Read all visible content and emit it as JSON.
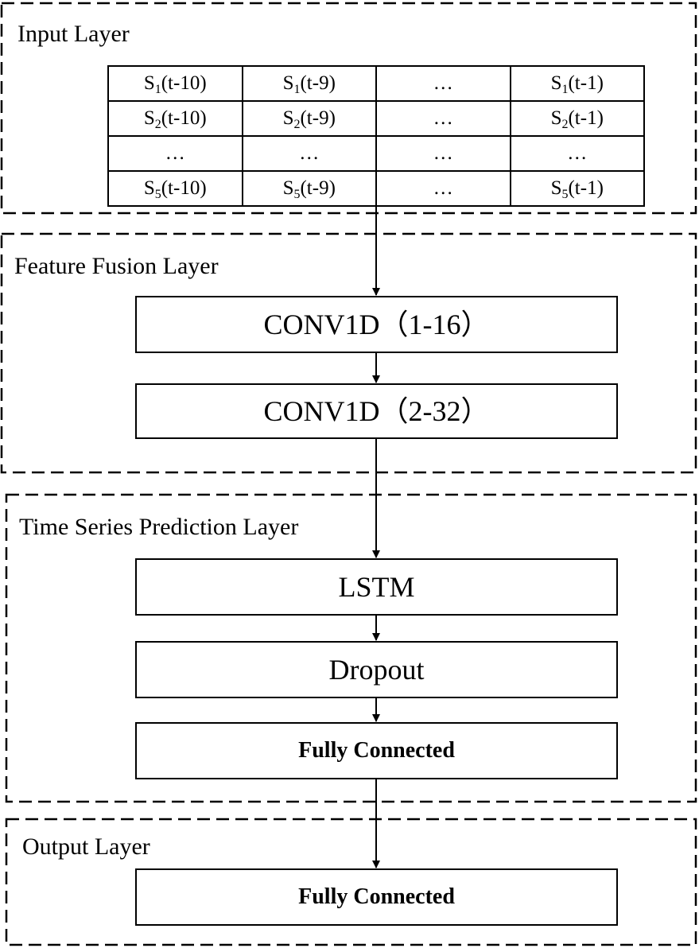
{
  "layers": {
    "input": {
      "title": "Input Layer"
    },
    "feature_fusion": {
      "title": "Feature Fusion Layer"
    },
    "time_series": {
      "title": "Time Series Prediction Layer"
    },
    "output": {
      "title": "Output Layer"
    }
  },
  "input_table": {
    "rows": [
      [
        {
          "base": "S",
          "sub": "1",
          "rest": "(t-10)"
        },
        {
          "base": "S",
          "sub": "1",
          "rest": "(t-9)"
        },
        {
          "base": "…",
          "sub": "",
          "rest": ""
        },
        {
          "base": "S",
          "sub": "1",
          "rest": "(t-1)"
        }
      ],
      [
        {
          "base": "S",
          "sub": "2",
          "rest": "(t-10)"
        },
        {
          "base": "S",
          "sub": "2",
          "rest": "(t-9)"
        },
        {
          "base": "…",
          "sub": "",
          "rest": ""
        },
        {
          "base": "S",
          "sub": "2",
          "rest": "(t-1)"
        }
      ],
      [
        {
          "base": "…",
          "sub": "",
          "rest": ""
        },
        {
          "base": "…",
          "sub": "",
          "rest": ""
        },
        {
          "base": "…",
          "sub": "",
          "rest": ""
        },
        {
          "base": "…",
          "sub": "",
          "rest": ""
        }
      ],
      [
        {
          "base": "S",
          "sub": "5",
          "rest": "(t-10)"
        },
        {
          "base": "S",
          "sub": "5",
          "rest": "(t-9)"
        },
        {
          "base": "…",
          "sub": "",
          "rest": ""
        },
        {
          "base": "S",
          "sub": "5",
          "rest": "(t-1)"
        }
      ]
    ]
  },
  "blocks": {
    "conv1": "CONV1D（1-16）",
    "conv2": "CONV1D（2-32）",
    "lstm": "LSTM",
    "dropout": "Dropout",
    "fc_hidden": "Fully Connected",
    "fc_output": "Fully Connected"
  },
  "colors": {
    "line": "#000000",
    "background": "#ffffff"
  }
}
